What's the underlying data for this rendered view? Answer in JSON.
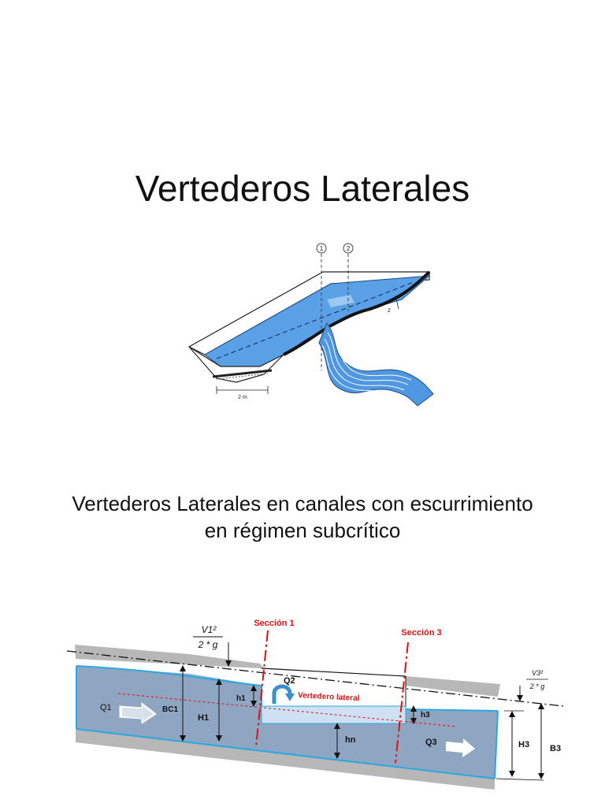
{
  "slide": {
    "title": "Vertederos Laterales",
    "subtitle_line1": "Vertederos Laterales en canales con escurrimiento",
    "subtitle_line2": "en régimen subcrítico"
  },
  "illustration": {
    "marker_1": "1",
    "marker_2": "2",
    "width_label": "2 m",
    "side_label": "2"
  },
  "diagram": {
    "seccion_1": "Sección 1",
    "seccion_3": "Sección 3",
    "energy_1_num": "V1²",
    "energy_1_den": "2 * g",
    "energy_3_num": "V3²",
    "energy_3_den": "2 * g",
    "q1": "Q1",
    "q2": "Q2",
    "q3": "Q3",
    "bc1": "BC1",
    "h1_small": "h1",
    "h1_big": "H1",
    "hn": "hn",
    "h3_small": "h3",
    "h3_big": "H3",
    "b3": "B3",
    "vertedero_label": "Vertedero lateral",
    "colors": {
      "water": "#8fa6c2",
      "water_line": "#2aa8e0",
      "ground": "#b7b7b7",
      "section": "#e01010",
      "arrow_blue": "#3a8fd0"
    }
  }
}
